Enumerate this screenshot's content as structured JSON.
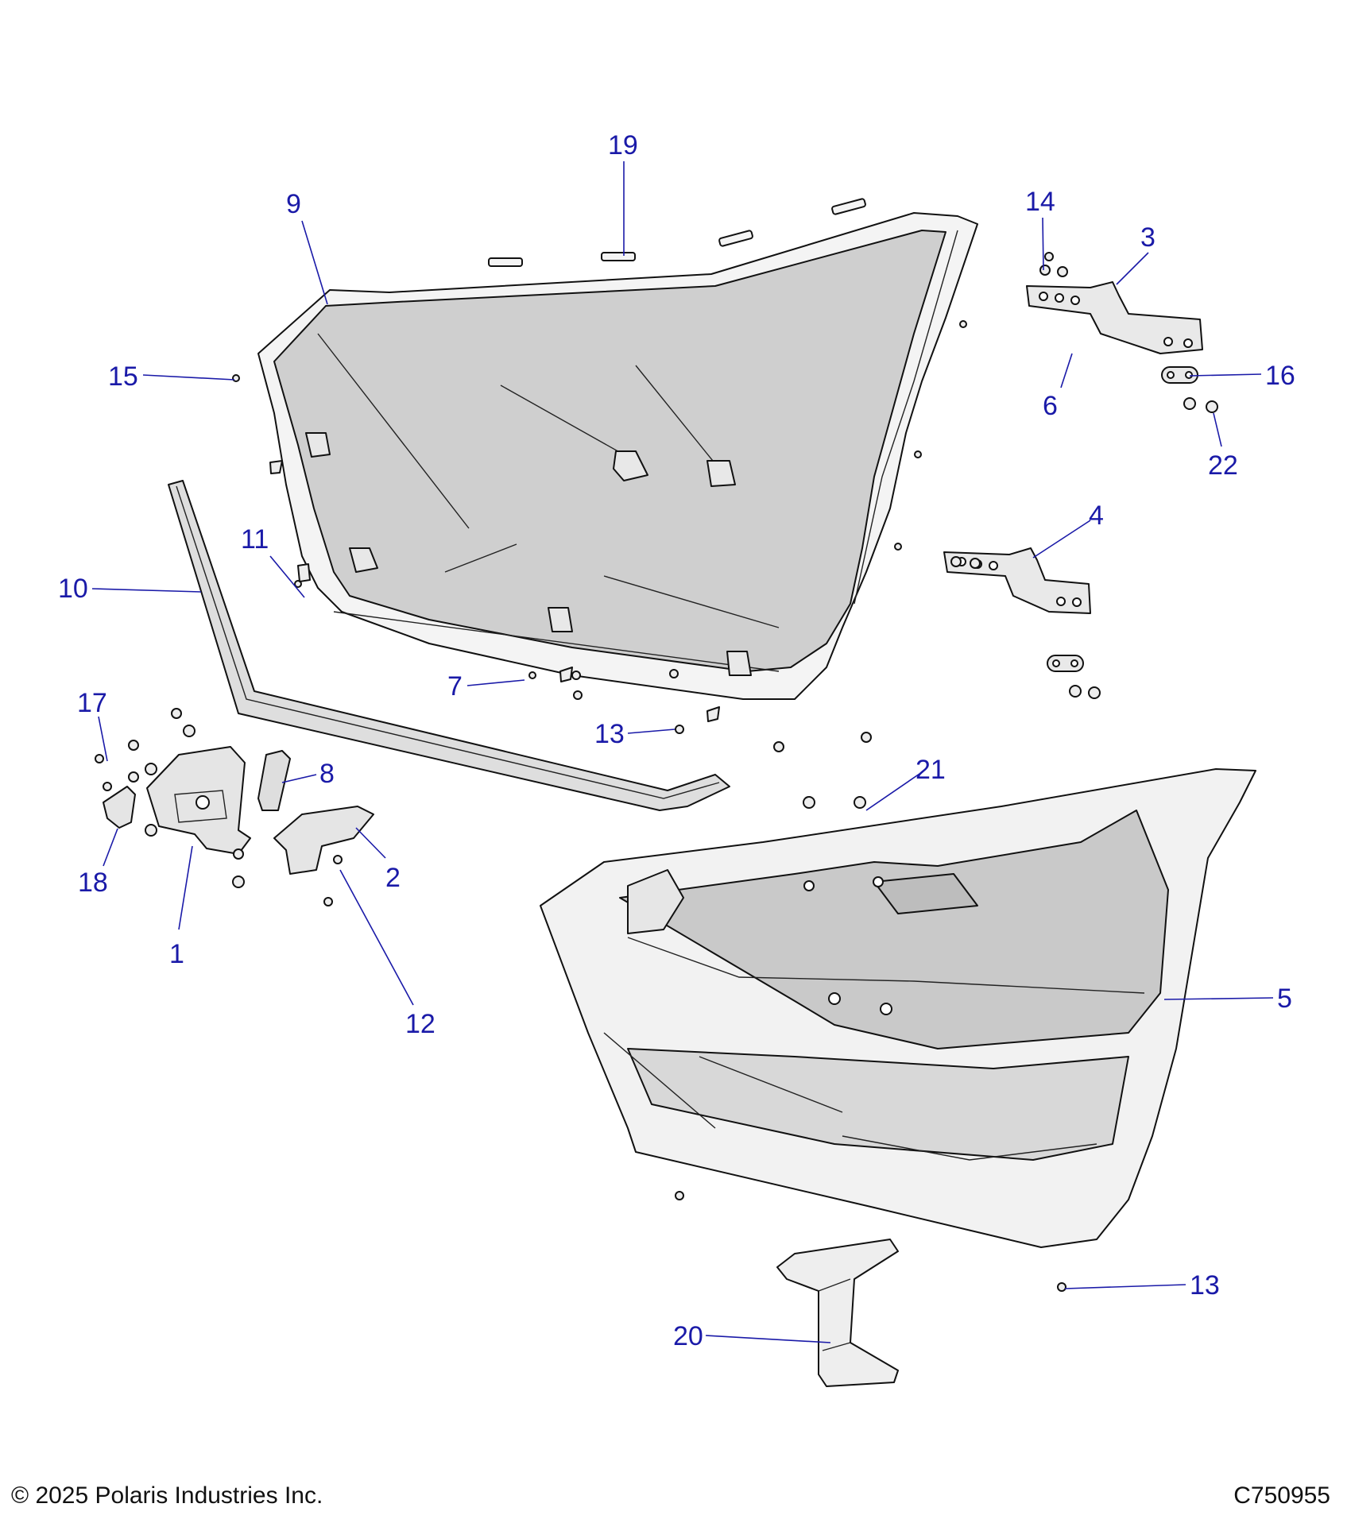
{
  "footer": {
    "copyright": "© 2025 Polaris Industries Inc.",
    "drawing_number": "C750955"
  },
  "callouts": [
    {
      "id": "c1",
      "label": "1"
    },
    {
      "id": "c2",
      "label": "2"
    },
    {
      "id": "c3",
      "label": "3"
    },
    {
      "id": "c4",
      "label": "4"
    },
    {
      "id": "c5",
      "label": "5"
    },
    {
      "id": "c6",
      "label": "6"
    },
    {
      "id": "c7",
      "label": "7"
    },
    {
      "id": "c8",
      "label": "8"
    },
    {
      "id": "c9",
      "label": "9"
    },
    {
      "id": "c10",
      "label": "10"
    },
    {
      "id": "c11",
      "label": "11"
    },
    {
      "id": "c12",
      "label": "12"
    },
    {
      "id": "c13a",
      "label": "13"
    },
    {
      "id": "c13b",
      "label": "13"
    },
    {
      "id": "c14",
      "label": "14"
    },
    {
      "id": "c15",
      "label": "15"
    },
    {
      "id": "c16",
      "label": "16"
    },
    {
      "id": "c17",
      "label": "17"
    },
    {
      "id": "c18",
      "label": "18"
    },
    {
      "id": "c19",
      "label": "19"
    },
    {
      "id": "c20",
      "label": "20"
    },
    {
      "id": "c21",
      "label": "21"
    },
    {
      "id": "c22",
      "label": "22"
    }
  ]
}
